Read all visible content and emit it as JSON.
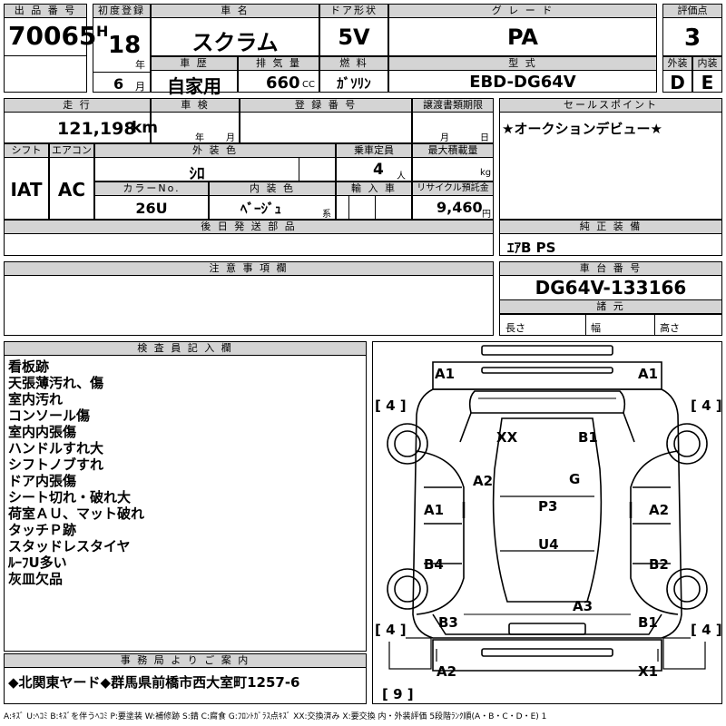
{
  "top": {
    "lot_no_label": "出 品 番 号",
    "lot_no": "70065",
    "first_reg_label": "初度登録",
    "era": "H",
    "year": "18",
    "year_unit": "年",
    "month": "6",
    "month_unit": "月",
    "car_name_label": "車 名",
    "car_name": "スクラム",
    "door_label": "ドア形状",
    "door": "5V",
    "grade_label": "グ レ ー ド",
    "grade": "PA",
    "score_label": "評価点",
    "score": "3",
    "history_label": "車 歴",
    "history": "自家用",
    "displacement_label": "排 気 量",
    "displacement": "660",
    "displacement_unit": "CC",
    "fuel_label": "燃 料",
    "fuel": "ｶﾞｿﾘﾝ",
    "model_label": "型 式",
    "model": "EBD-DG64V",
    "exterior_label": "外装",
    "exterior": "D",
    "interior_label": "内装",
    "interior": "E"
  },
  "row2": {
    "mileage_label": "走 行",
    "mileage": "121,198",
    "mileage_unit": "km",
    "inspection_label": "車 検",
    "inspection_year_unit": "年",
    "inspection_month_unit": "月",
    "regno_label": "登 録 番 号",
    "transfer_label": "譲渡書類期限",
    "transfer_month_unit": "月",
    "transfer_day_unit": "日",
    "sales_label": "セールスポイント",
    "sales_text": "★オークションデビュー★"
  },
  "row3": {
    "shift_label": "シフト",
    "shift": "IAT",
    "ac_label": "エアコン",
    "ac": "AC",
    "ext_color_label": "外 装 色",
    "ext_color": "ｼﾛ",
    "capacity_label": "乗車定員",
    "capacity": "4",
    "capacity_unit": "人",
    "max_load_label": "最大積載量",
    "max_load_unit": "kg",
    "color_no_label": "カラーNo.",
    "color_no": "26U",
    "int_color_label": "内 装 色",
    "int_color": "ﾍﾞｰｼﾞｭ",
    "int_color_unit": "系",
    "import_label": "輸 入 車",
    "recycle_label": "リサイクル預託金",
    "recycle": "9,460",
    "recycle_unit": "円",
    "later_parts_label": "後 日 発 送 部 品",
    "genuine_label": "純 正 装 備",
    "genuine": "ｴｱB PS"
  },
  "notes": {
    "caution_label": "注 意 事 項 欄",
    "chassis_label": "車 台 番 号",
    "chassis": "DG64V-133166",
    "specs_label": "諸 元",
    "length_label": "長さ",
    "width_label": "幅",
    "height_label": "高さ"
  },
  "inspector": {
    "label": "検 査 員 記 入 欄",
    "lines": [
      "看板跡",
      "天張薄汚れ、傷",
      "室内汚れ",
      "コンソール傷",
      "室内内張傷",
      "ハンドルすれ大",
      "シフトノブすれ",
      "ドア内張傷",
      "シート切れ・破れ大",
      "荷室ＡＵ、マット破れ",
      "タッチＰ跡",
      "スタッドレスタイヤ",
      "ﾙｰﾌU多い",
      "灰皿欠品"
    ]
  },
  "office": {
    "label": "事 務 局 よ り ご 案 内",
    "text": "◆北関東ヤード◆群馬県前橋市西大室町1257-6"
  },
  "diagram": {
    "tl": "A1",
    "tr": "A1",
    "tire_tl": "[ 4 ]",
    "tire_tr": "[ 4 ]",
    "tire_bl": "[ 4 ]",
    "tire_br": "[ 4 ]",
    "xx": "XX",
    "b1_top": "B1",
    "a2_center": "A2",
    "g": "G",
    "a1_left": "A1",
    "a2_right": "A2",
    "p3": "P3",
    "u4": "U4",
    "b4": "B4",
    "b2": "B2",
    "a3": "A3",
    "b3": "B3",
    "b1_bottom": "B1",
    "a2_bottom": "A2",
    "x1": "X1",
    "spare": "[ 9 ]"
  },
  "legend": "A:ｷｽﾞ U:ﾍｺﾐ B:ｷｽﾞを伴うﾍｺﾐ P:要塗装 W:補修跡 S:錆 C:腐食 G:ﾌﾛﾝﾄｶﾞﾗｽ点ｷｽﾞ XX:交換済み X:要交換 内・外装評価 5段階ﾗﾝｸ順(A・B・C・D・E) 1"
}
